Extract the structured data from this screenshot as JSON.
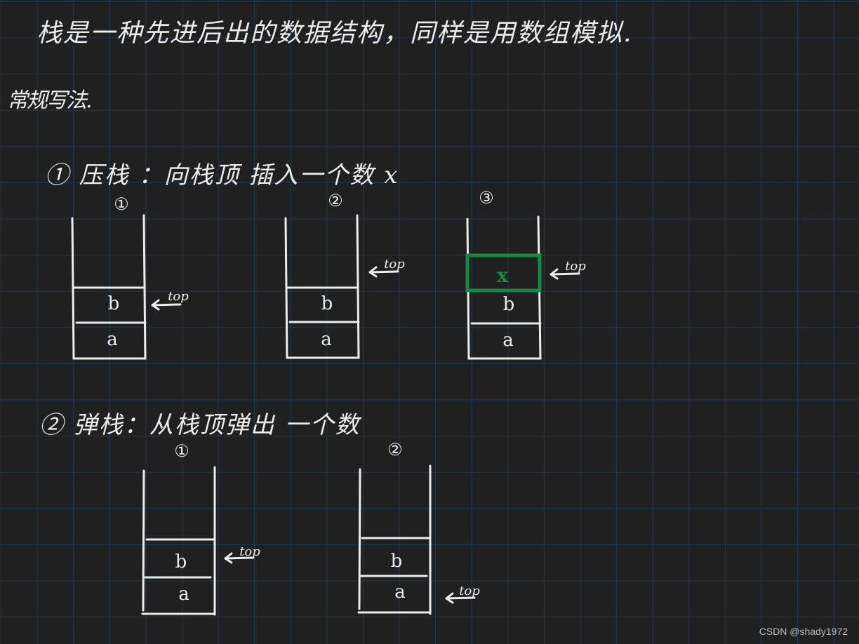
{
  "header": {
    "title": "栈是一种先进后出的数据结构，同样是用数组模拟.",
    "subtitle": "常规写法."
  },
  "sections": [
    {
      "label": "① 压栈 ：向栈顶 插入一个数 x"
    },
    {
      "label": "② 弹栈：从栈顶弹出 一个数"
    }
  ],
  "colors": {
    "background": "#212020",
    "grid": "#1b3a55",
    "ink": "#ececea",
    "highlight": "#138a3f"
  },
  "diagrams": {
    "push": [
      {
        "step": "①",
        "cells": [
          "a",
          "b"
        ],
        "pointer": "top",
        "pointer_at": "b"
      },
      {
        "step": "②",
        "cells": [
          "a",
          "b"
        ],
        "pointer": "top",
        "pointer_at": "empty slot above b"
      },
      {
        "step": "③",
        "cells": [
          "a",
          "b",
          "x"
        ],
        "pointer": "top",
        "pointer_at": "x",
        "highlight_cell": "x"
      }
    ],
    "pop": [
      {
        "step": "①",
        "cells": [
          "a",
          "b"
        ],
        "pointer": "top",
        "pointer_at": "b"
      },
      {
        "step": "②",
        "cells": [
          "a",
          "b"
        ],
        "pointer": "top",
        "pointer_at": "a"
      }
    ]
  },
  "labels": {
    "p1_step": "①",
    "p2_step": "②",
    "p3_step": "③",
    "o1_step": "①",
    "o2_step": "②",
    "cell_a": "a",
    "cell_b": "b",
    "cell_x": "x",
    "top": "top"
  },
  "watermark": "CSDN @shady1972"
}
